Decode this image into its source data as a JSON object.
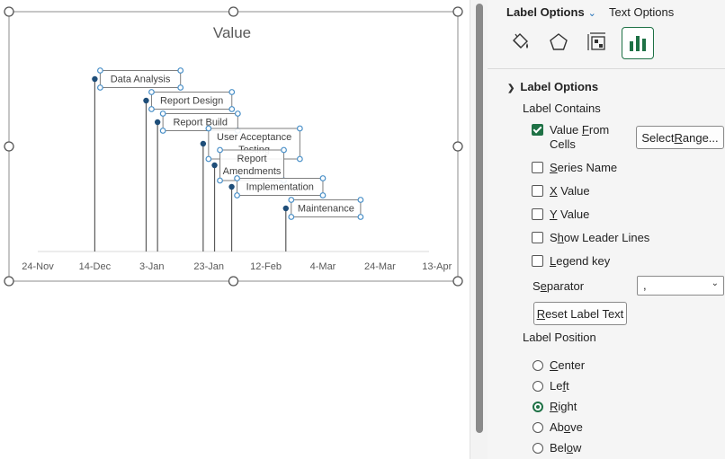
{
  "chart_data": {
    "type": "scatter",
    "title": "Value",
    "x_ticks": [
      "24-Nov",
      "14-Dec",
      "3-Jan",
      "23-Jan",
      "12-Feb",
      "4-Mar",
      "24-Mar",
      "13-Apr"
    ],
    "points": [
      {
        "label": "Data Analysis",
        "x": "14-Dec",
        "y": 8
      },
      {
        "label": "Report Design",
        "x": "1-Jan",
        "y": 7
      },
      {
        "label": "Report Build",
        "x": "5-Jan",
        "y": 6
      },
      {
        "label": "User Acceptance Testing",
        "x": "21-Jan",
        "y": 5
      },
      {
        "label": "Report Amendments",
        "x": "25-Jan",
        "y": 4
      },
      {
        "label": "Implementation",
        "x": "31-Jan",
        "y": 3
      },
      {
        "label": "Maintenance",
        "x": "19-Feb",
        "y": 2
      }
    ],
    "marker_color": "#1f4e79",
    "line_color": "#595959"
  },
  "pane": {
    "tab_label_options": "Label Options",
    "tab_text_options": "Text Options",
    "icons": [
      "fill-line-icon",
      "effects-icon",
      "size-properties-icon",
      "label-options-icon"
    ],
    "section_title": "Label Options",
    "label_contains": "Label Contains",
    "value_from_cells_1": "Value ",
    "value_from_cells_2": "F",
    "value_from_cells_3": "rom",
    "value_from_cells_4": "Cells",
    "select_range_1": "Select ",
    "select_range_2": "R",
    "select_range_3": "ange...",
    "series_name_1": "S",
    "series_name_2": "eries Name",
    "x_value_1": "X",
    "x_value_2": " Value",
    "y_value_1": "Y",
    "y_value_2": " Value",
    "leader_1": "S",
    "leader_2": "h",
    "leader_3": "ow Leader Lines",
    "legend_1": "L",
    "legend_2": "egend key",
    "separator_label_1": "S",
    "separator_label_2": "e",
    "separator_label_3": "parator",
    "separator_value": ",",
    "reset_1": "R",
    "reset_2": "eset Label Text",
    "label_position": "Label Position",
    "pos_center_1": "C",
    "pos_center_2": "enter",
    "pos_left_1": "Le",
    "pos_left_2": "f",
    "pos_left_3": "t",
    "pos_right_1": "R",
    "pos_right_2": "ight",
    "pos_above_1": "Ab",
    "pos_above_2": "o",
    "pos_above_3": "ve",
    "pos_below_1": "Bel",
    "pos_below_2": "o",
    "pos_below_3": "w",
    "accent_color": "#1e7145"
  }
}
